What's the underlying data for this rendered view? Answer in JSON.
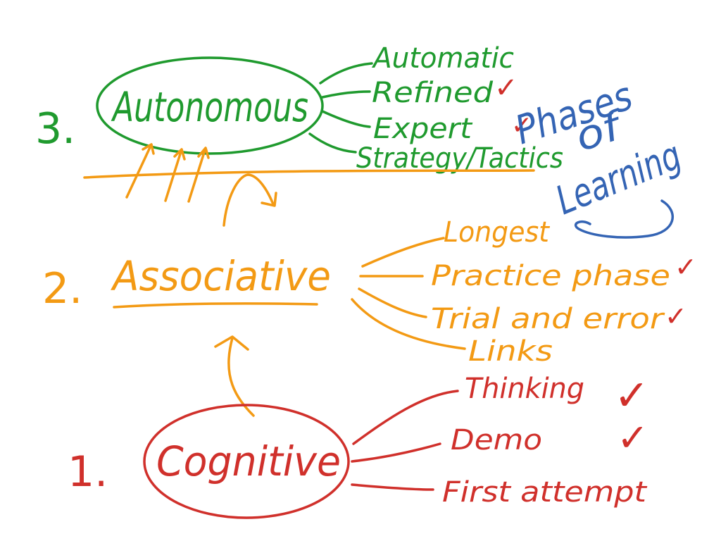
{
  "colors": {
    "autonomous": "#1f9a2e",
    "associative": "#f39a14",
    "cognitive": "#d0302b",
    "title": "#3464b4",
    "check": "#d0302b"
  },
  "title": {
    "line1": "Phases",
    "line2": "of",
    "line3": "Learning"
  },
  "phases": {
    "autonomous": {
      "number": "3.",
      "name": "Autonomous",
      "notes": [
        "Automatic",
        "Refined",
        "Expert",
        "Strategy/Tactics"
      ]
    },
    "associative": {
      "number": "2.",
      "name": "Associative",
      "notes": [
        "Longest",
        "Practice phase",
        "Trial and error",
        "Links"
      ]
    },
    "cognitive": {
      "number": "1.",
      "name": "Cognitive",
      "notes": [
        "Thinking",
        "Demo",
        "First attempt"
      ]
    }
  },
  "marks": {
    "check": "✓"
  }
}
